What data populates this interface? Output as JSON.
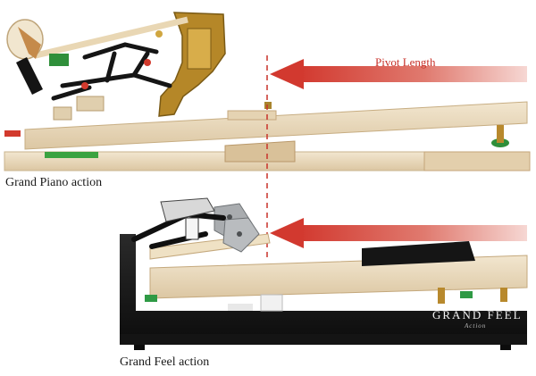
{
  "labels": {
    "pivot_length": "Pivot Length",
    "grand_piano_caption": "Grand Piano action",
    "grand_feel_caption": "Grand Feel action",
    "brand_name": "GRAND FEEL",
    "brand_sub": "Action"
  },
  "colors": {
    "arrow": "#d2392f",
    "wood": "#e9d9bd",
    "frame": "#1b1b1b",
    "brass": "#b8892d"
  }
}
